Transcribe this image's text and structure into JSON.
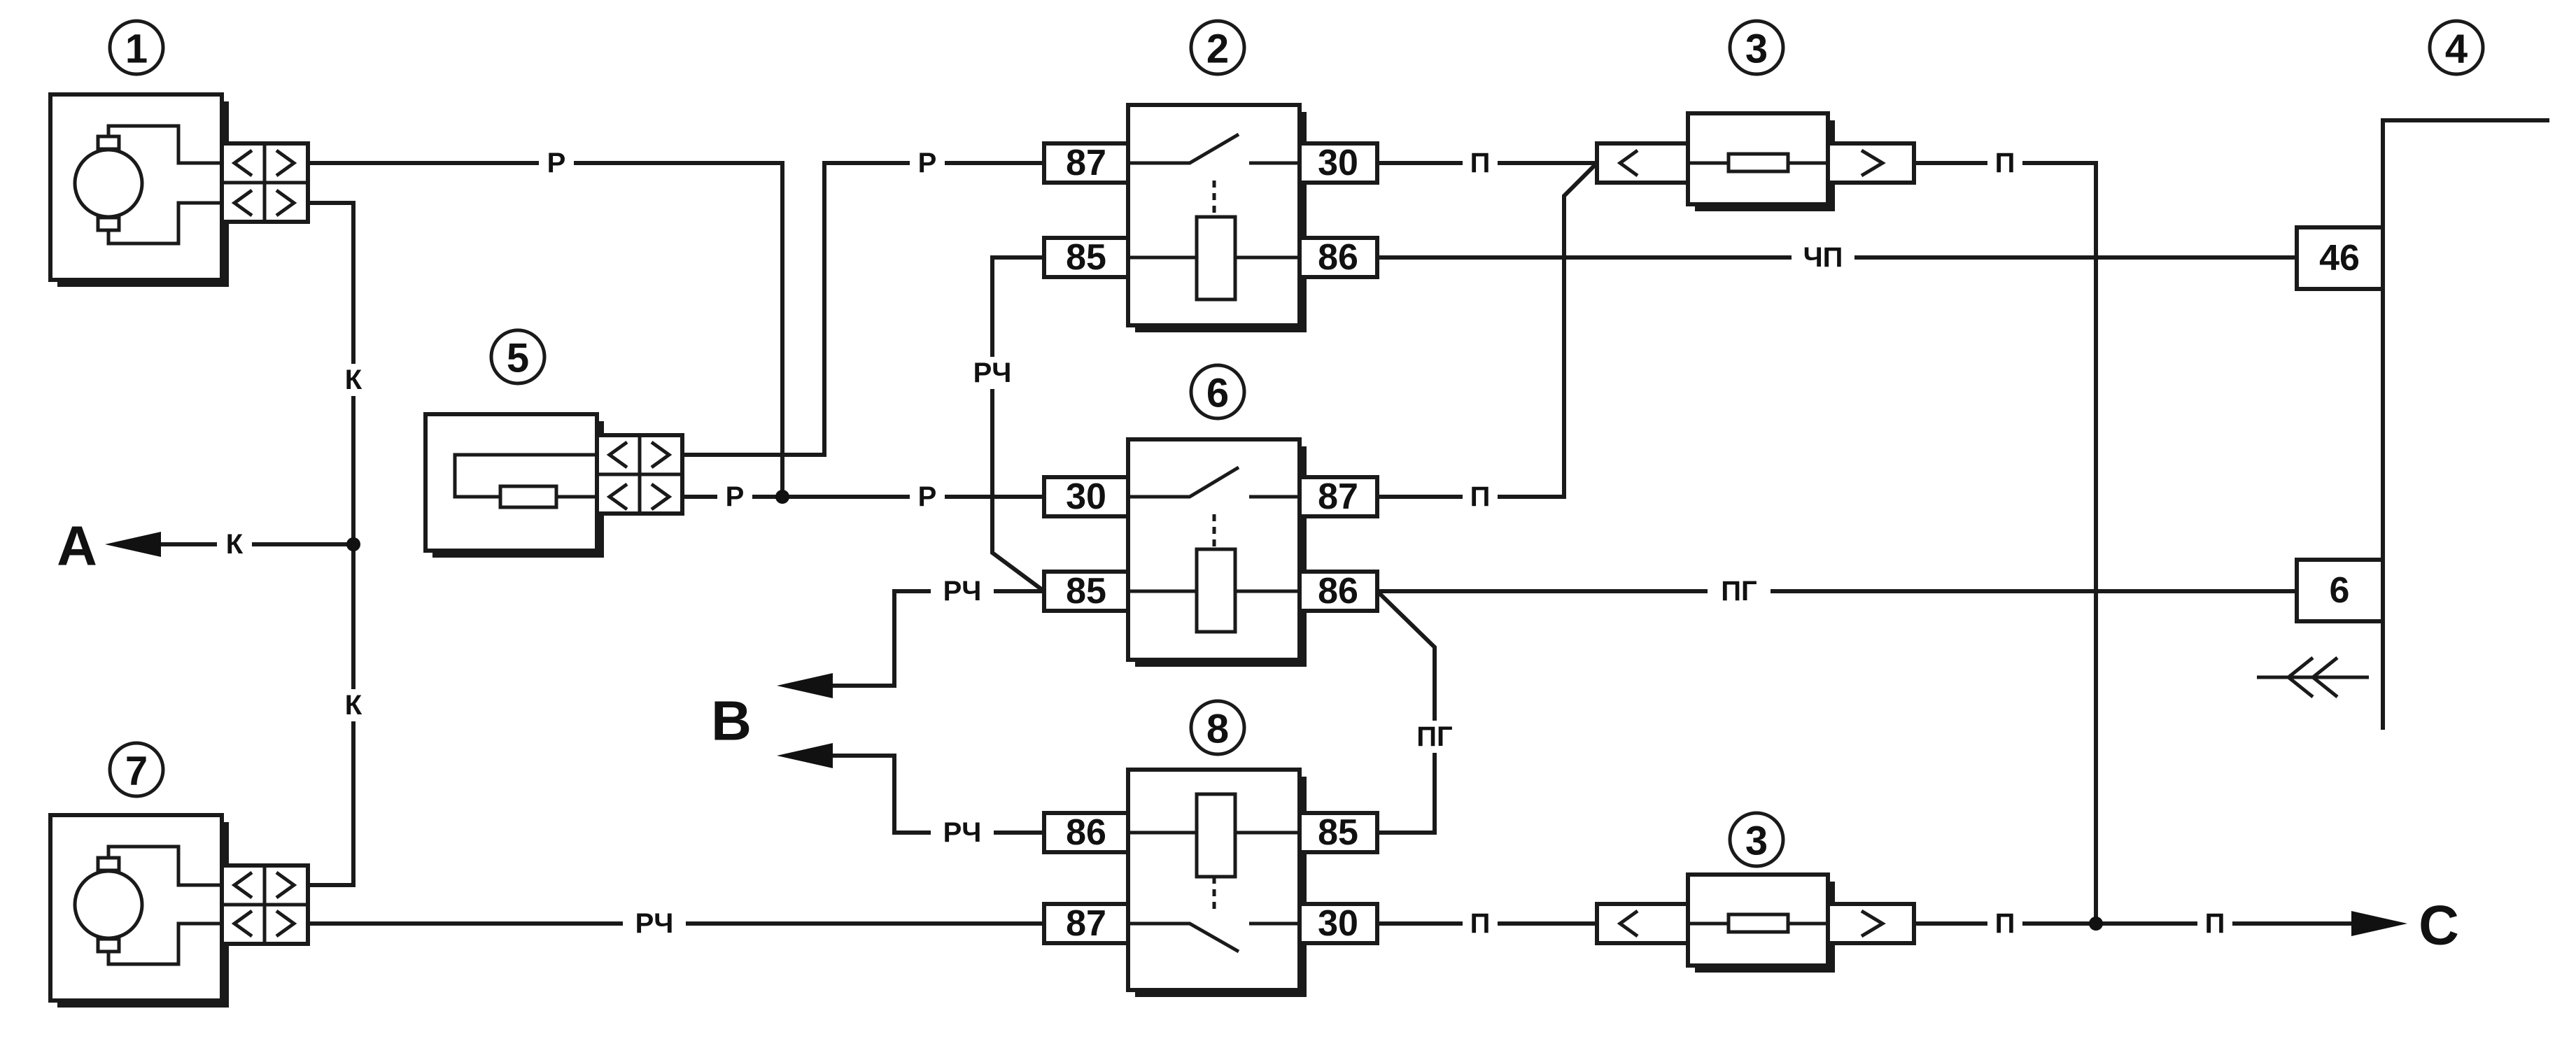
{
  "components": {
    "c1": "1",
    "c2": "2",
    "c3a": "3",
    "c3b": "3",
    "c4": "4",
    "c5": "5",
    "c6": "6",
    "c7": "7",
    "c8": "8"
  },
  "pins": {
    "relay2": {
      "p87": "87",
      "p85": "85",
      "p30": "30",
      "p86": "86"
    },
    "relay6": {
      "p30": "30",
      "p85": "85",
      "p87": "87",
      "p86": "86"
    },
    "relay8": {
      "p86": "86",
      "p87": "87",
      "p85": "85",
      "p30": "30"
    },
    "block4": {
      "p46": "46",
      "p6": "6"
    }
  },
  "wires": {
    "w_r1": "Р",
    "w_r2": "Р",
    "w_r3": "Р",
    "w_r4": "Р",
    "w_p1": "П",
    "w_p2": "П",
    "w_p3": "П",
    "w_p4": "П",
    "w_p5": "П",
    "w_p6": "П",
    "w_chp": "ЧП",
    "w_pg1": "ПГ",
    "w_pg2": "ПГ",
    "w_rch1": "РЧ",
    "w_rch2": "РЧ",
    "w_rch3": "РЧ",
    "w_rch4": "РЧ",
    "w_k1": "К",
    "w_k2": "К",
    "w_k3": "К"
  },
  "connections": {
    "a": "A",
    "b": "B",
    "c": "C"
  }
}
